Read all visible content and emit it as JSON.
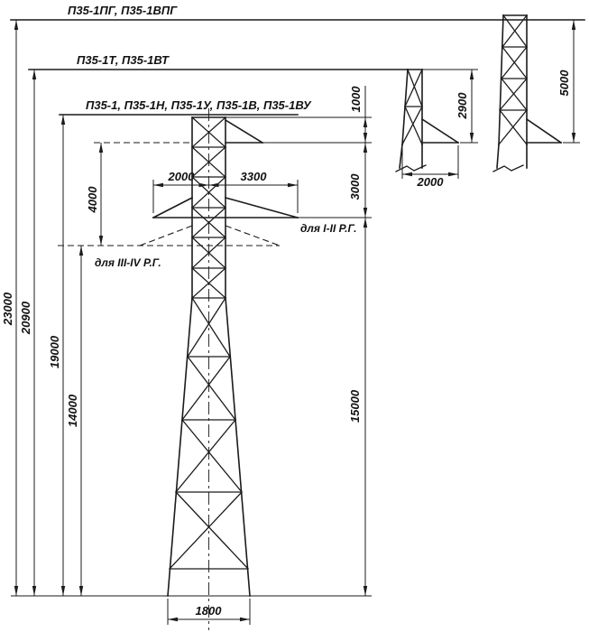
{
  "drawing": {
    "title_labels": {
      "top": "П35-1ПГ, П35-1ВПГ",
      "middle": "П35-1Т, П35-1ВТ",
      "bottom": "П35-1, П35-1Н, П35-1У, П35-1В, П35-1ВУ"
    },
    "notes": {
      "upper_crossarm": "для I-II Р.Г.",
      "lower_crossarm": "для III-IV Р.Г."
    },
    "dimensions": {
      "total_height": "23000",
      "t_variant_height": "20900",
      "tower_top_height": "19000",
      "lower_crossarm_level": "14000",
      "crossarm_offset": "4000",
      "top_section": "1000",
      "upper_section": "3000",
      "trunk_section": "15000",
      "crossarm_left": "2000",
      "crossarm_right": "3300",
      "base_width": "1800",
      "detail_t_height": "2900",
      "detail_t_width": "2000",
      "detail_pg_height": "5000"
    }
  }
}
